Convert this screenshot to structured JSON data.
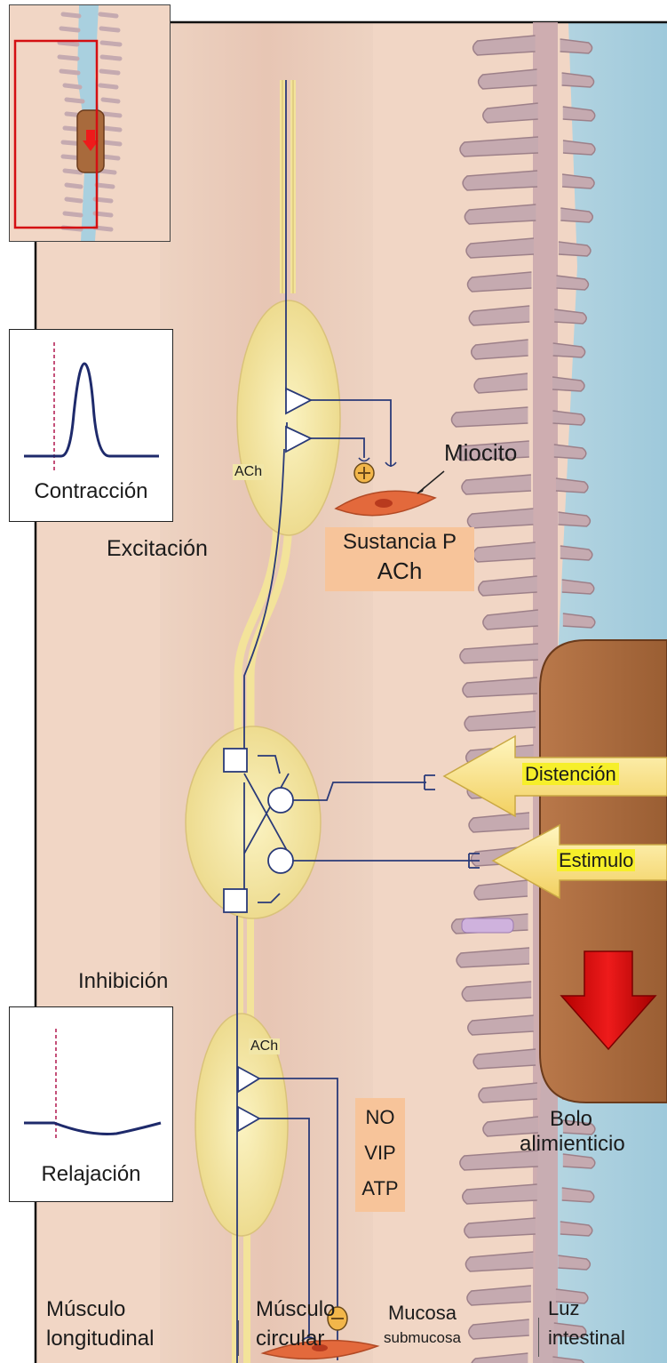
{
  "panels": {
    "contraction": {
      "caption": "Contracción"
    },
    "relaxation": {
      "caption": "Relajación"
    }
  },
  "labels": {
    "excitation": "Excitación",
    "inhibition": "Inhibición",
    "myocyte": "Miocito",
    "excitatory_transmitters": [
      "Sustancia P",
      "ACh"
    ],
    "ach_upper": "ACh",
    "ach_lower": "ACh",
    "inhibitory_transmitters": [
      "NO",
      "VIP",
      "ATP"
    ],
    "distension": "Distención",
    "stimulus": "Estimulo",
    "bolus": [
      "Bolo",
      "alimienticio"
    ]
  },
  "layers": {
    "longitudinal": [
      "Músculo",
      "longitudinal"
    ],
    "circular": [
      "Músculo",
      "circular"
    ],
    "mucosa": [
      "Mucosa",
      "submucosa"
    ],
    "lumen": [
      "Luz",
      "intestinal"
    ]
  },
  "colors": {
    "tissue": "#f1d6c5",
    "villi": "#c5aab0",
    "lumen": "#a9d0df",
    "ganglion": "#f7e9a0",
    "neuron": "#2a3a78",
    "bolus": "#a86a3c",
    "arrow": "#d40f12",
    "highlight_orange": "#f7c49a",
    "highlight_yellow": "#f6ef2a"
  },
  "icons": [
    "plus-sign-icon",
    "minus-sign-icon",
    "down-arrow-icon",
    "distension-arrow-icon",
    "stimulus-arrow-icon"
  ]
}
